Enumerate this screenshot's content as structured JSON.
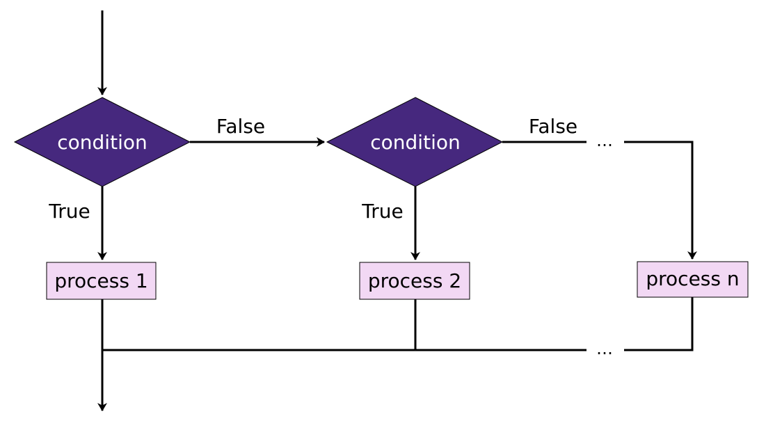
{
  "colors": {
    "condition_fill": "#46287e",
    "process_fill": "#f2d8f4",
    "edge": "#000000"
  },
  "conditions": [
    {
      "label": "condition"
    },
    {
      "label": "condition"
    }
  ],
  "processes": [
    {
      "label": "process 1"
    },
    {
      "label": "process 2"
    },
    {
      "label": "process n"
    }
  ],
  "edge_labels": {
    "true_1": "True",
    "true_2": "True",
    "false_1": "False",
    "false_2": "False"
  },
  "ellipsis": {
    "top": "…",
    "bottom": "…"
  }
}
